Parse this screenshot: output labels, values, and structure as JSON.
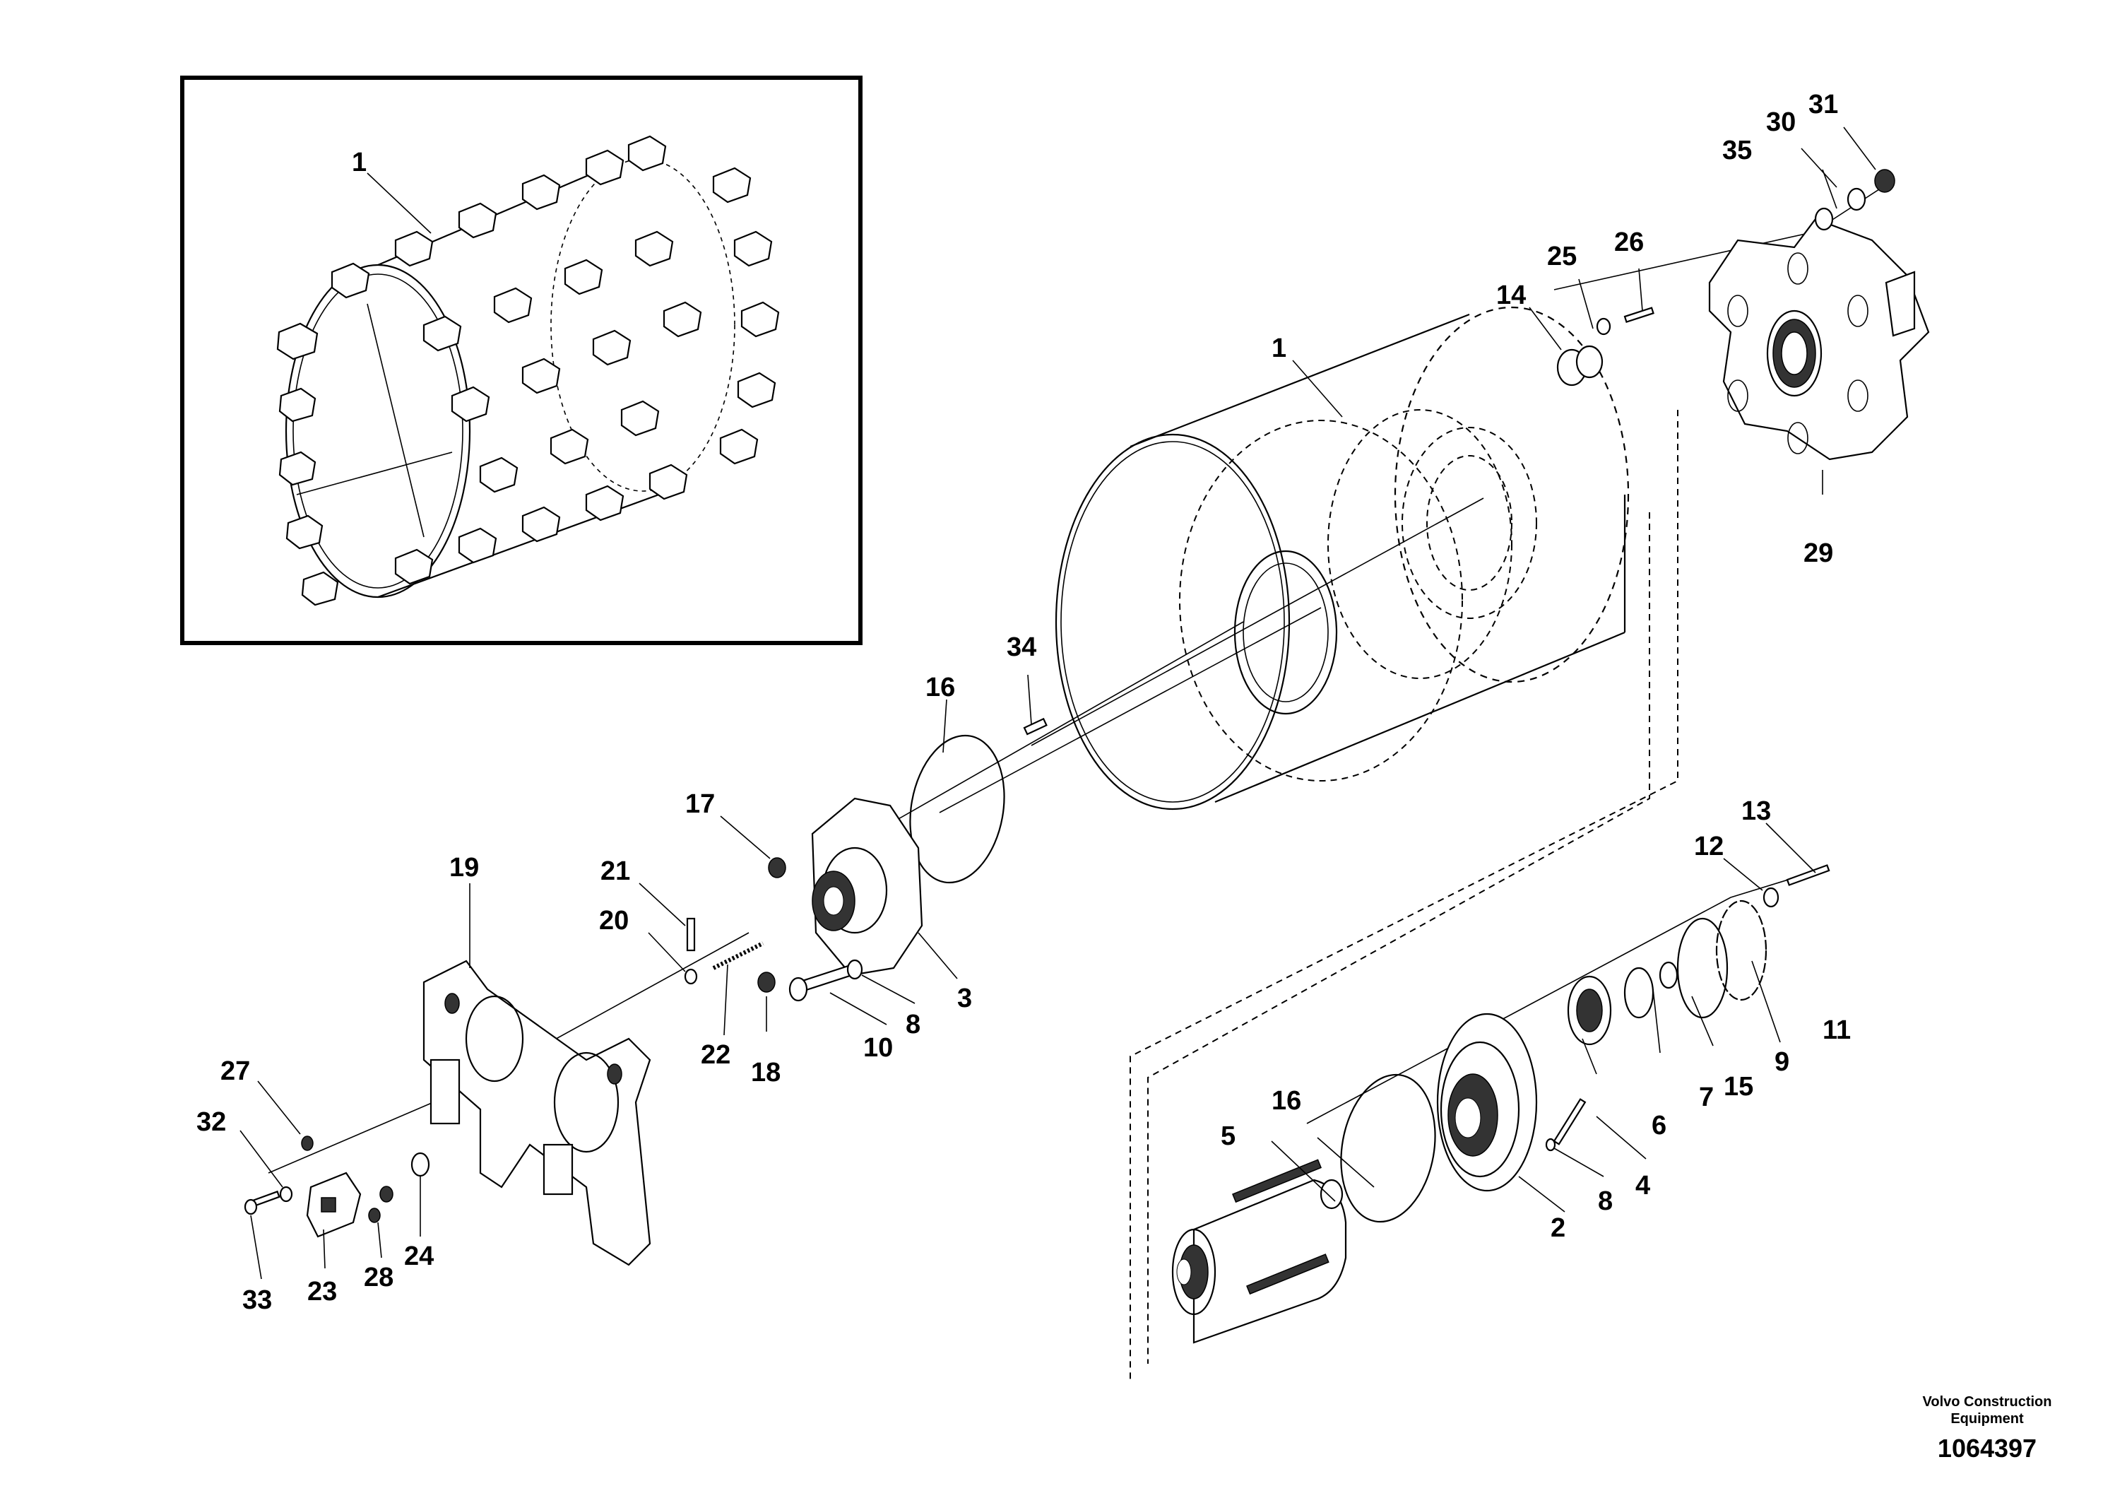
{
  "callouts": {
    "inset_1": "1",
    "n1": "1",
    "n2": "2",
    "n3": "3",
    "n4": "4",
    "n5": "5",
    "n6": "6",
    "n7": "7",
    "n8a": "8",
    "n8b": "8",
    "n9": "9",
    "n10": "10",
    "n11": "11",
    "n12": "12",
    "n13": "13",
    "n14": "14",
    "n15": "15",
    "n16a": "16",
    "n16b": "16",
    "n17": "17",
    "n18": "18",
    "n19": "19",
    "n20": "20",
    "n21": "21",
    "n22": "22",
    "n23": "23",
    "n24": "24",
    "n25": "25",
    "n26": "26",
    "n27": "27",
    "n28": "28",
    "n29": "29",
    "n30": "30",
    "n31": "31",
    "n32": "32",
    "n33": "33",
    "n34": "34",
    "n35": "35"
  },
  "footer": {
    "brand_line1": "Volvo Construction",
    "brand_line2": "Equipment",
    "doc_number": "1064397"
  }
}
